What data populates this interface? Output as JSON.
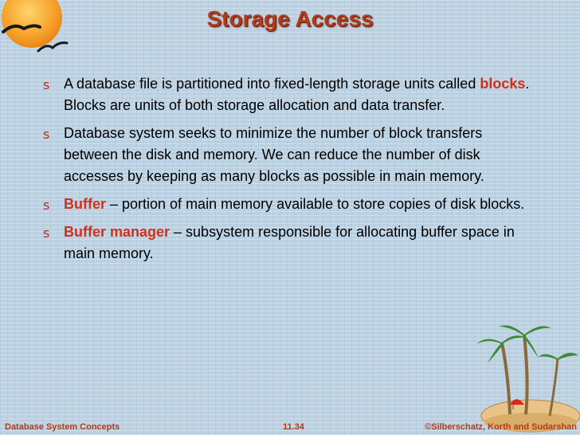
{
  "slide": {
    "title": "Storage Access",
    "bullet_marker": "s",
    "bullets": [
      {
        "pre": "A database file is partitioned into fixed-length storage units called ",
        "kw": "blocks",
        "post": ".  Blocks are units of both storage allocation and data transfer."
      },
      {
        "pre": "Database system seeks to minimize the number of block transfers between the disk and memory.  We can reduce the number of disk accesses by keeping as many blocks as possible in main memory.",
        "kw": "",
        "post": ""
      },
      {
        "pre": "",
        "kw": "Buffer",
        "post": " – portion of main memory available to store copies of disk blocks."
      },
      {
        "pre": "",
        "kw": "Buffer manager",
        "post": " – subsystem responsible for allocating buffer space in main memory."
      }
    ]
  },
  "footer": {
    "left": "Database System Concepts",
    "center": "11.34",
    "right": "©Silberschatz, Korth and Sudarshan"
  },
  "icons": {
    "sun_logo": "sun-with-seagulls-icon",
    "island": "palm-tree-island-icon"
  },
  "colors": {
    "title": "#b13a1a",
    "keyword": "#d2301c",
    "background": "#bcd2e2"
  }
}
